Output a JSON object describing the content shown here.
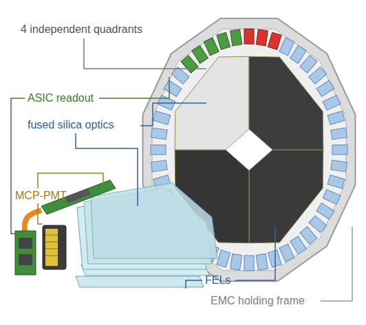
{
  "diagram": {
    "labels": [
      "4 independent quadrants",
      "ASIC readout",
      "fused silica optics",
      "MCP-PMT",
      "FELs",
      "EMC holding frame"
    ]
  }
}
